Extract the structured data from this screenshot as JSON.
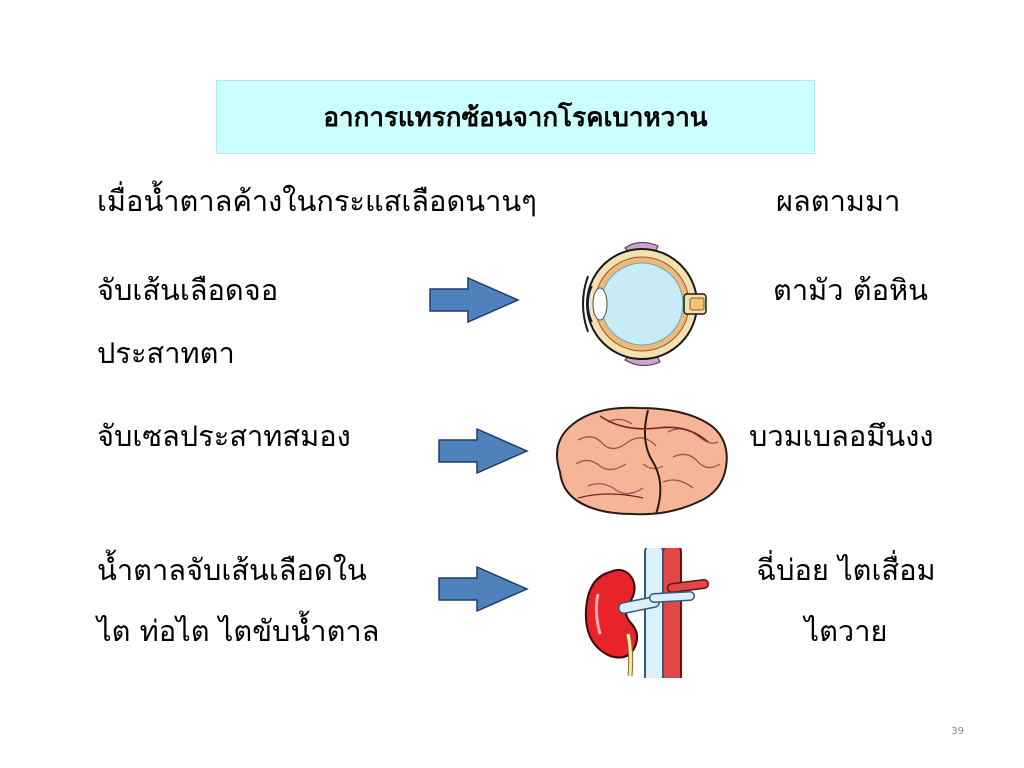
{
  "slide": {
    "title": "อาการแทรกซ้อนจากโรคเบาหวาน",
    "left_header": "เมื่อน้ำตาลค้างในกระแสเลือดนานๆ",
    "right_header": "ผลตามมา",
    "rows": [
      {
        "cause_lines": [
          "จับเส้นเลือดจอ",
          "ประสาทตา"
        ],
        "image": "eye-illustration",
        "effect_lines": [
          "ตามัว ต้อหิน"
        ]
      },
      {
        "cause_lines": [
          "จับเซลประสาทสมอง"
        ],
        "image": "brain-illustration",
        "effect_lines": [
          "บวมเบลอมึนงง"
        ]
      },
      {
        "cause_lines": [
          "น้ำตาลจับเส้นเลือดใน",
          "ไต ท่อไต ไตขับน้ำตาล"
        ],
        "image": "kidney-illustration",
        "effect_lines": [
          "ฉี่บ่อย ไตเสื่อม",
          "ไตวาย"
        ]
      }
    ],
    "page_number": "39"
  },
  "colors": {
    "title_bg": "#ccffff",
    "arrow_fill": "#4f81bd",
    "arrow_stroke": "#1f3c6e"
  }
}
